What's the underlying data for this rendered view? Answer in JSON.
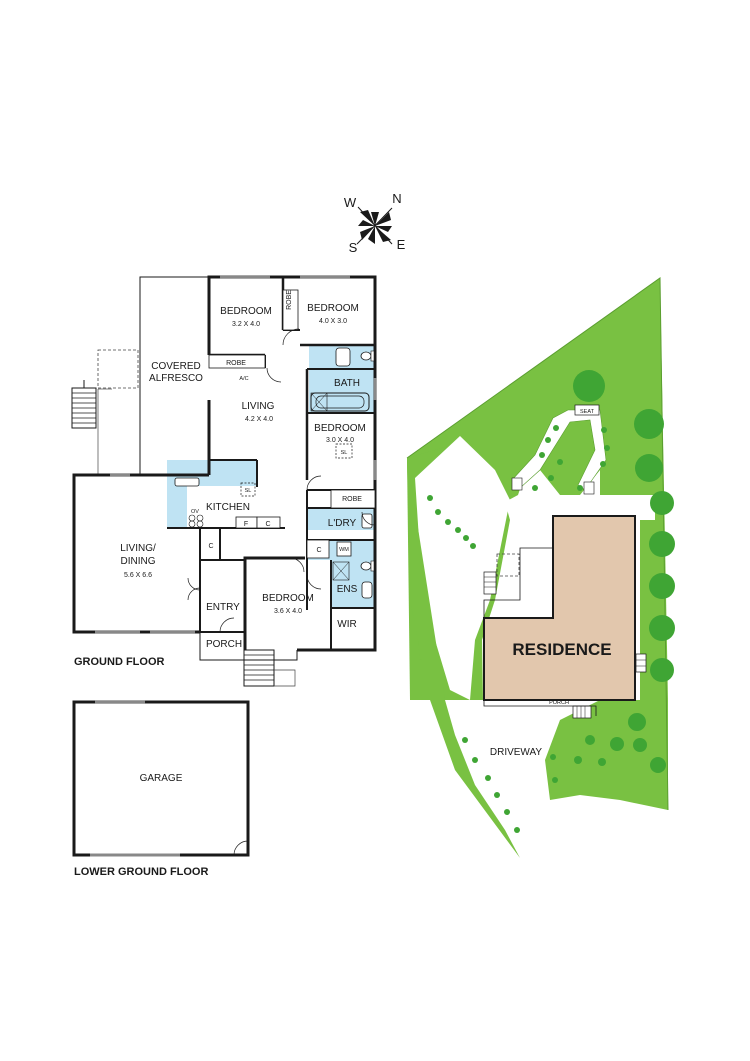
{
  "compass": {
    "w": "W",
    "n": "N",
    "s": "S",
    "e": "E"
  },
  "rooms": {
    "bedroom1": {
      "name": "BEDROOM",
      "size": "3.2 X 4.0"
    },
    "robe1": "ROBE",
    "bedroom2": {
      "name": "BEDROOM",
      "size": "4.0 X 3.0"
    },
    "robe2": "ROBE",
    "ac": "A/C",
    "alfresco": {
      "line1": "COVERED",
      "line2": "ALFRESCO"
    },
    "bath": "BATH",
    "living": {
      "name": "LIVING",
      "size": "4.2 X 4.0"
    },
    "bedroom3": {
      "name": "BEDROOM",
      "size": "3.0 X 4.0"
    },
    "sl1": "SL",
    "sl2": "SL",
    "kitchen": "KITCHEN",
    "ov": "OV",
    "f": "F",
    "c1": "C",
    "c2": "C",
    "c3": "C",
    "robe3": "ROBE",
    "laundry": "L'DRY",
    "wm": "WM",
    "living_dining": {
      "line1": "LIVING/",
      "line2": "DINING",
      "size": "5.6 X 6.6"
    },
    "bedroom4": {
      "name": "BEDROOM",
      "size": "3.6 X 4.0"
    },
    "ens": "ENS",
    "entry": "ENTRY",
    "wir": "WIR",
    "porch": "PORCH"
  },
  "floors": {
    "ground": "GROUND FLOOR",
    "lower": "LOWER GROUND FLOOR"
  },
  "garage": "GARAGE",
  "site": {
    "residence": "RESIDENCE",
    "seat": "SEAT",
    "porch": "PORCH",
    "driveway": "DRIVEWAY"
  },
  "colors": {
    "wet_area": "#bfe3f3",
    "lawn": "#79c142",
    "tree": "#3fa534",
    "residence": "#e2c7ad",
    "wall": "#1a1a1a"
  }
}
